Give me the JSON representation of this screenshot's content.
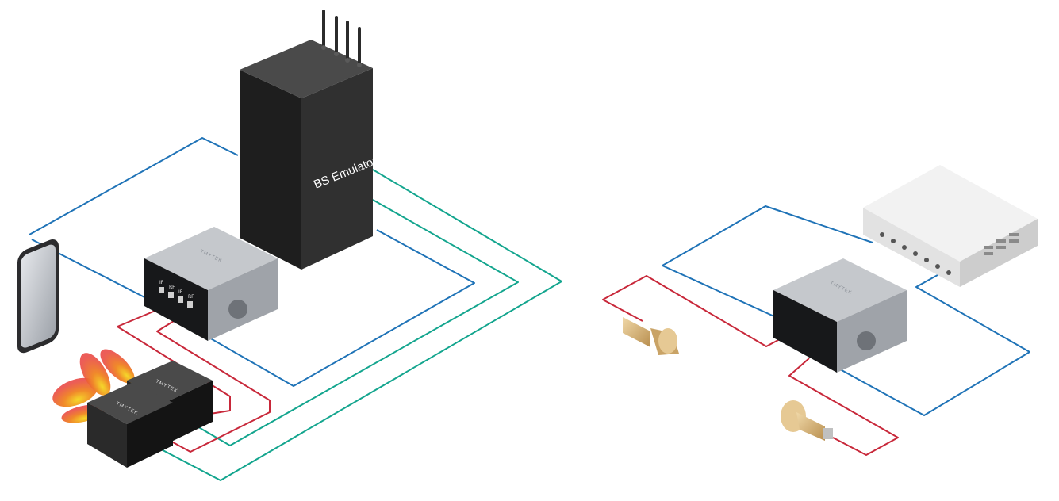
{
  "bs_emulator": {
    "label": "BS Emulator"
  },
  "converter": {
    "brand": "TMYTEK",
    "ports": [
      "IF",
      "RF",
      "IF",
      "RF"
    ]
  },
  "rf_modules": {
    "brand": "TMYTEK"
  },
  "colors": {
    "if_cable": "#1f73b7",
    "rf_cable": "#c8283a",
    "lo_cable": "#13a58e",
    "emulator_body": "#2a2a2a",
    "converter_top": "#b9bcc1",
    "beam": "#e85c2c",
    "horn": "#d4b27a"
  }
}
